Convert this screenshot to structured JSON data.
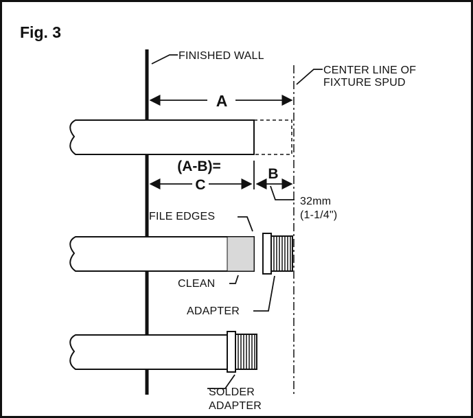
{
  "figure": {
    "title": "Fig. 3"
  },
  "labels": {
    "finished_wall": "FINISHED WALL",
    "center_line_1": "CENTER LINE OF",
    "center_line_2": "FIXTURE SPUD",
    "file_edges": "FILE EDGES",
    "clean": "CLEAN",
    "adapter": "ADAPTER",
    "solder_1": "SOLDER",
    "solder_2": "ADAPTER"
  },
  "dimensions": {
    "a": "A",
    "a_minus_b": "(A-B)=",
    "c": "C",
    "b": "B",
    "b_metric": "32mm",
    "b_imperial": "(1-1/4\")"
  },
  "colors": {
    "ink": "#111111",
    "clean_fill": "#d9d9d9",
    "background": "#ffffff"
  }
}
